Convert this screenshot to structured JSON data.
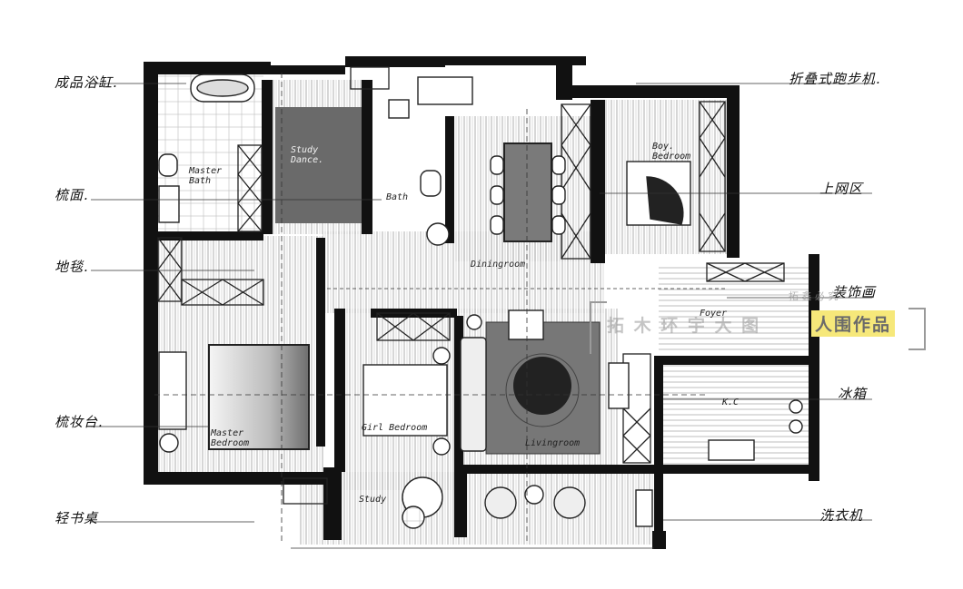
{
  "callouts": {
    "left": [
      "成品浴缸.",
      "梳面.",
      "地毯.",
      "梳妆台.",
      "轻书桌"
    ],
    "right": [
      "折叠式跑步机.",
      "上网区",
      "装饰画",
      "冰箱",
      "洗衣机"
    ]
  },
  "rooms": {
    "master_bath": [
      "Master",
      "Bath"
    ],
    "study_dance": [
      "Study",
      "Dance."
    ],
    "bath": "Bath",
    "boy_bedroom": [
      "Boy.",
      "Bedroom"
    ],
    "dining": "Diningroom",
    "foyer": "Foyer",
    "kitchen": "K.C",
    "master_bedroom": [
      "Master",
      "Bedroom"
    ],
    "girl_bedroom": "Girl Bedroom",
    "living": "Livingroom",
    "study": "Study"
  },
  "watermark": {
    "main": "拓 木 环 宇 大 图",
    "highlight": "人围作品",
    "small": "拓 鑫 必 究"
  }
}
